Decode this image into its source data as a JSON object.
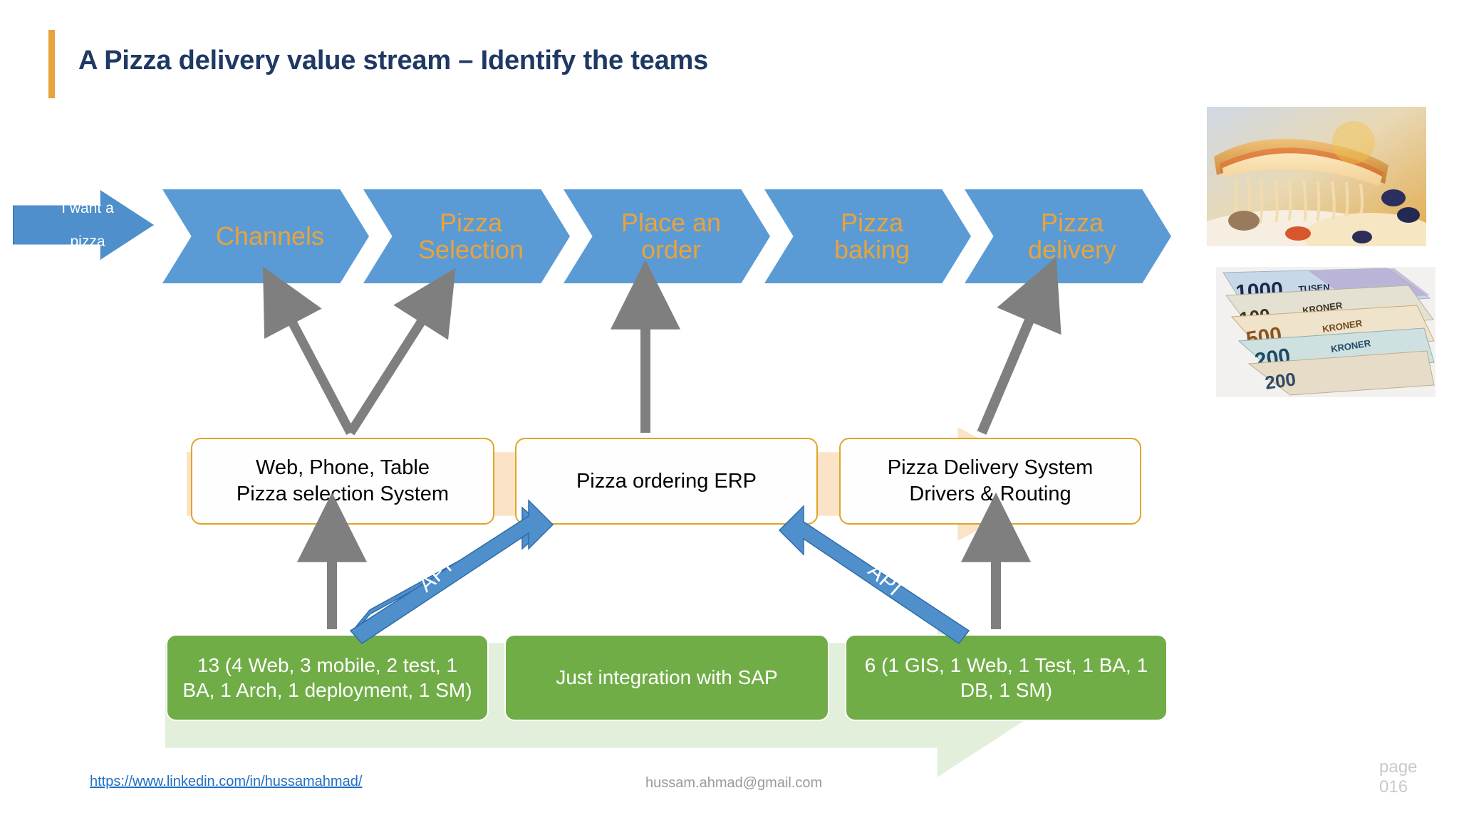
{
  "slide": {
    "title": "A Pizza delivery value stream – Identify the teams",
    "accent_orange": "#E8A33D",
    "title_color": "#1F3864",
    "chevron_blue": "#5B9BD5",
    "chevron_text_color": "#E8A33D",
    "team_green": "#70AD47",
    "band_orange": "#FBE3C8",
    "band_green": "#E2EFDA",
    "box_border_gold": "#E0A526",
    "arrow_gray": "#7F7F7F",
    "api_arrow_blue": "#4E8FCC"
  },
  "entry": {
    "label": "I want a\npizza",
    "line1": "I want a",
    "line2": "pizza"
  },
  "stages": [
    {
      "label": "Channels",
      "line1": "Channels",
      "line2": ""
    },
    {
      "label": "Pizza Selection",
      "line1": "Pizza",
      "line2": "Selection"
    },
    {
      "label": "Place an order",
      "line1": "Place an",
      "line2": "order"
    },
    {
      "label": "Pizza baking",
      "line1": "Pizza",
      "line2": "baking"
    },
    {
      "label": "Pizza delivery",
      "line1": "Pizza",
      "line2": "delivery"
    }
  ],
  "systems": [
    {
      "line1": "Web, Phone, Table",
      "line2": "Pizza selection System"
    },
    {
      "line1": "Pizza ordering ERP",
      "line2": ""
    },
    {
      "line1": "Pizza Delivery System",
      "line2": "Drivers & Routing"
    }
  ],
  "teams": [
    {
      "text": "13 (4 Web, 3 mobile, 2 test, 1 BA, 1 Arch, 1 deployment, 1 SM)"
    },
    {
      "text": "Just integration with SAP"
    },
    {
      "text": "6 (1 GIS, 1 Web, 1 Test, 1 BA, 1 DB, 1 SM)"
    }
  ],
  "integration_labels": {
    "left": "API",
    "right": "API"
  },
  "images": [
    {
      "name": "pizza-slice-photo",
      "alt": "Slice of pizza with stretching melted cheese"
    },
    {
      "name": "norwegian-kroner-photo",
      "alt": "Fanned stack of Norwegian kroner banknotes: 1000 TUSEN KRONER, 500, 200"
    }
  ],
  "footer": {
    "link": "https://www.linkedin.com/in/hussamahmad/",
    "email": "hussam.ahmad@gmail.com",
    "page_word": "page",
    "page_number": "016"
  }
}
